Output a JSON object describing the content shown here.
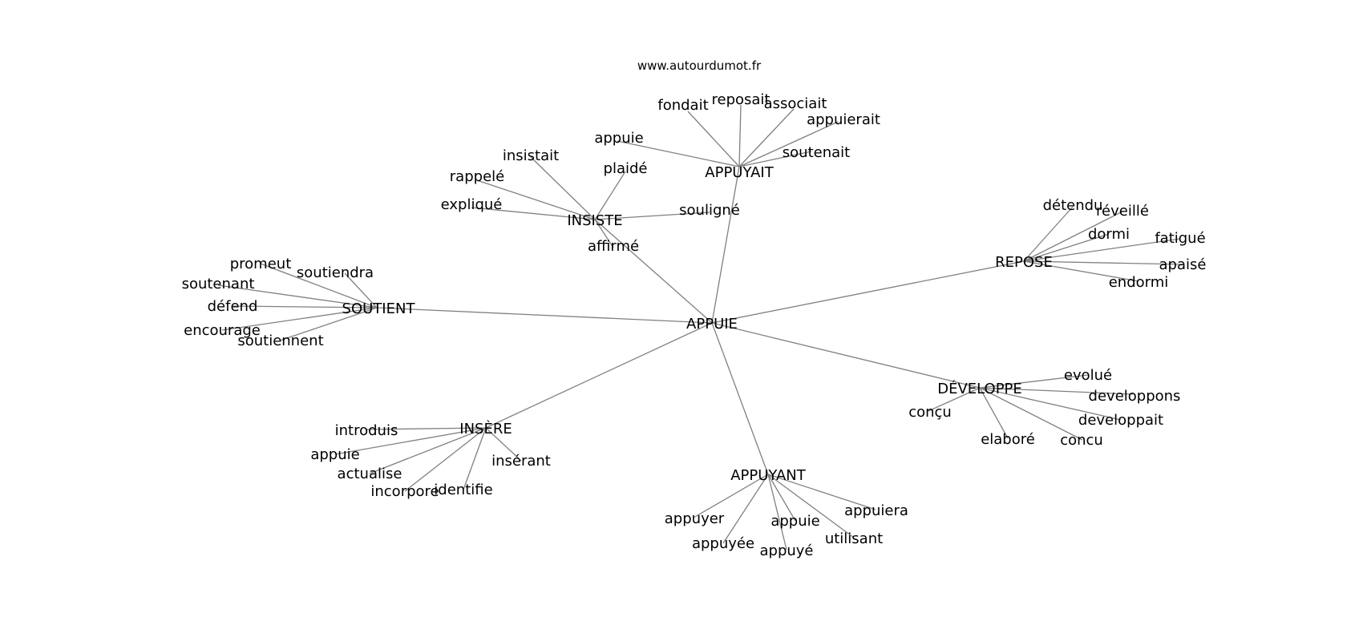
{
  "watermark": "www.autourdumot.fr",
  "colors": {
    "edge": "#808080",
    "text": "#000000",
    "background": "#ffffff"
  },
  "graph": {
    "center": "APPUIE",
    "hubs": [
      {
        "id": "APPUYAIT",
        "label": "APPUYAIT",
        "leaves": [
          "fondait",
          "reposait",
          "associait",
          "appuierait",
          "appuie",
          "soutenait"
        ]
      },
      {
        "id": "INSISTE",
        "label": "INSISTE",
        "leaves": [
          "insistait",
          "plaidé",
          "rappelé",
          "expliqué",
          "souligné",
          "affirmé"
        ]
      },
      {
        "id": "SOUTIENT",
        "label": "SOUTIENT",
        "leaves": [
          "promeut",
          "soutiendra",
          "soutenant",
          "défend",
          "encourage",
          "soutiennent"
        ]
      },
      {
        "id": "REPOSE",
        "label": "REPOSE",
        "leaves": [
          "détendu",
          "réveillé",
          "dormi",
          "fatigué",
          "apaisé",
          "endormi"
        ]
      },
      {
        "id": "DEVELOPPE",
        "label": "DÉVELOPPE",
        "leaves": [
          "evolué",
          "developpons",
          "conçu",
          "developpait",
          "elaboré",
          "concu"
        ]
      },
      {
        "id": "INSERE",
        "label": "INSÈRE",
        "leaves": [
          "introduis",
          "appuie",
          "insérant",
          "actualise",
          "incorpore",
          "identifie"
        ]
      },
      {
        "id": "APPUYANT",
        "label": "APPUYANT",
        "leaves": [
          "appuiera",
          "appuyer",
          "appuie",
          "utilisant",
          "appuyée",
          "appuyé"
        ]
      }
    ]
  }
}
